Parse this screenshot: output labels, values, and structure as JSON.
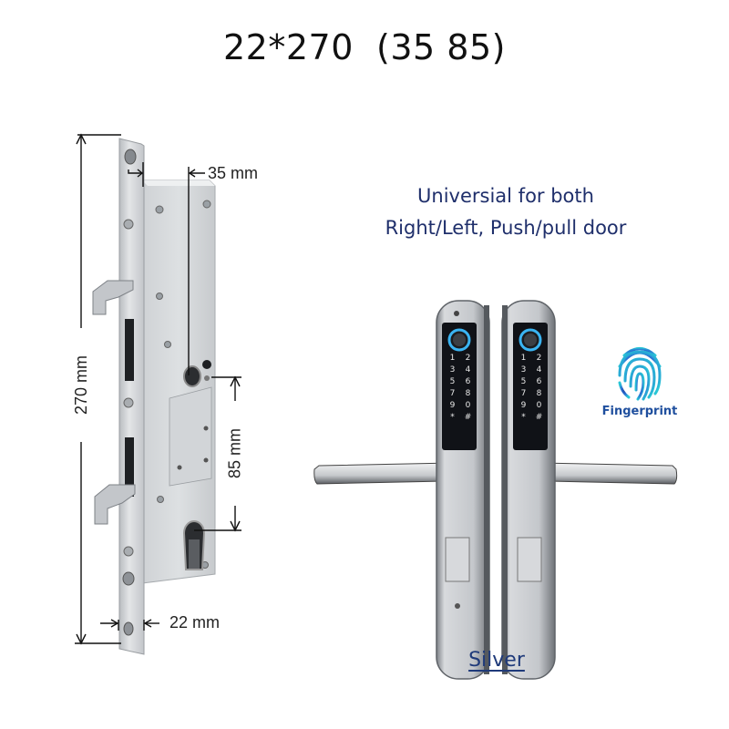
{
  "title": "22*270  (35 85)",
  "caption": {
    "line1": "Universial for both",
    "line2": "Right/Left, Push/pull door"
  },
  "dimensions": {
    "backset": "35 mm",
    "length": "270 mm",
    "center_distance": "85 mm",
    "faceplate_width": "22 mm"
  },
  "fingerprint": {
    "icon": "fingerprint-icon",
    "label": "Fingerprint",
    "colors": [
      "#29c6d6",
      "#2a6fd4",
      "#1c3f9e"
    ]
  },
  "keypad": {
    "keys": [
      "1",
      "2",
      "3",
      "4",
      "5",
      "6",
      "7",
      "8",
      "9",
      "0",
      "*",
      "#"
    ]
  },
  "finish": {
    "label": "Silver"
  },
  "colors": {
    "text_dark": "#111111",
    "caption_blue": "#1f2f6b",
    "steel": "#c9ccd0",
    "steel_dark": "#8d9196",
    "panel_black": "#101217",
    "ring_blue": "#3ab4f2"
  }
}
